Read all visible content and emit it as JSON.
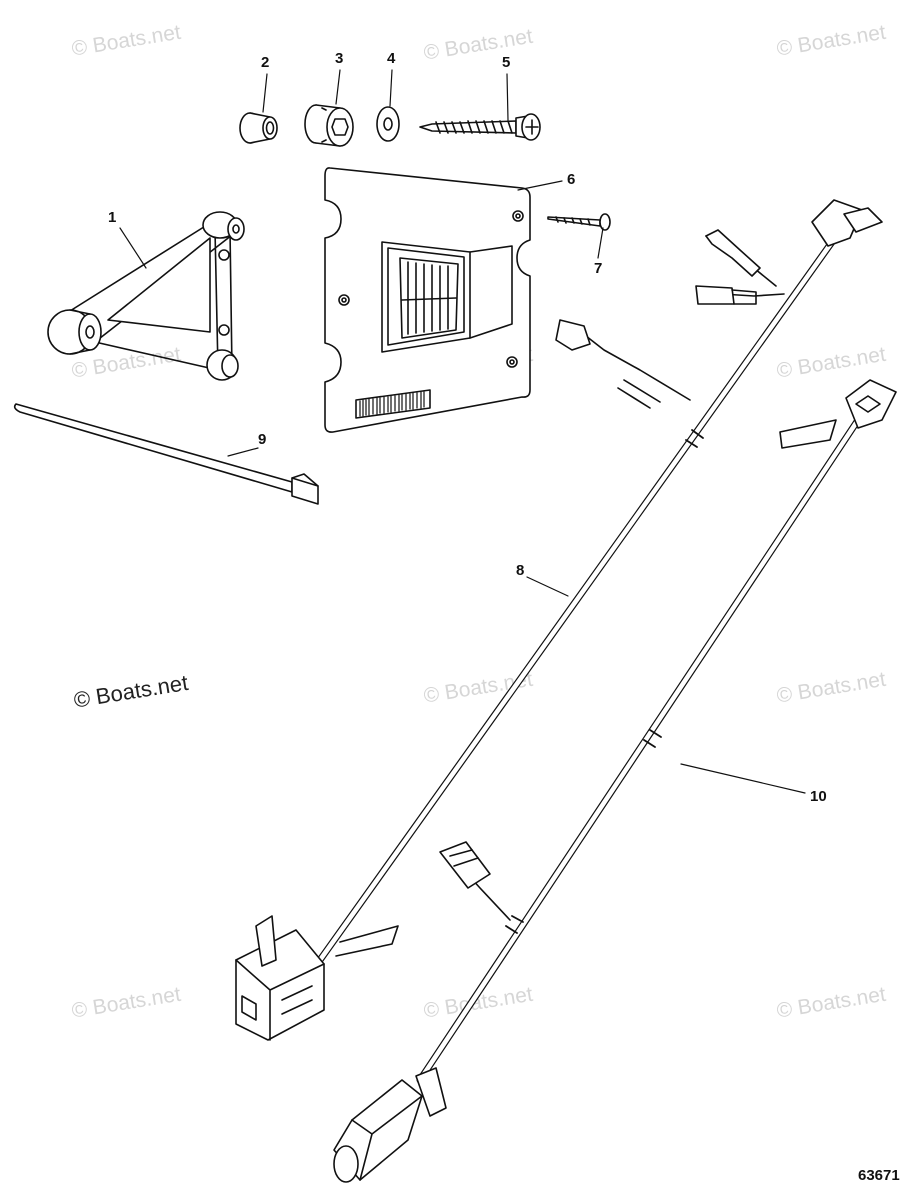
{
  "callouts": {
    "c1": "1",
    "c2": "2",
    "c3": "3",
    "c4": "4",
    "c5": "5",
    "c6": "6",
    "c7": "7",
    "c8": "8",
    "c9": "9",
    "c10": "10"
  },
  "watermark": "© Boats.net",
  "figure_number": "63671",
  "colors": {
    "line": "#111111",
    "watermark": "#d6d6d6",
    "background": "#ffffff"
  }
}
